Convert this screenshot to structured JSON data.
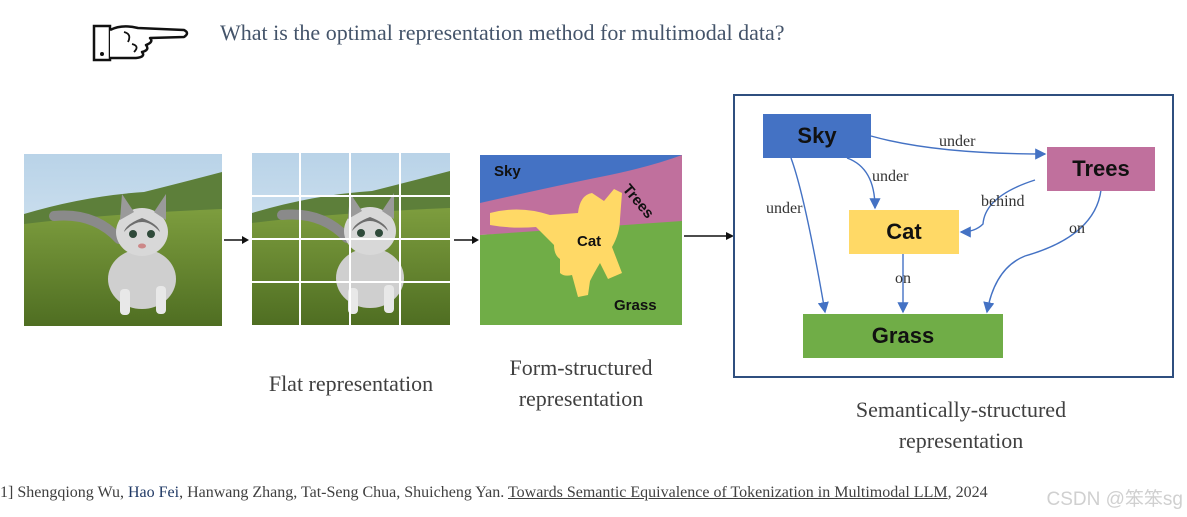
{
  "question": "What is the optimal representation method for multimodal data?",
  "icons": {
    "pointer": "pointing-hand-icon"
  },
  "captions": {
    "flat": "Flat representation",
    "form_line1": "Form-structured",
    "form_line2": "representation",
    "semantic_line1": "Semantically-structured",
    "semantic_line2": "representation"
  },
  "segmentation": {
    "sky": "Sky",
    "trees": "Trees",
    "cat": "Cat",
    "grass": "Grass",
    "colors": {
      "sky": "#4472c4",
      "trees": "#c0709d",
      "cat": "#ffd966",
      "grass": "#70ad47"
    }
  },
  "scene_graph": {
    "nodes": {
      "sky": "Sky",
      "trees": "Trees",
      "cat": "Cat",
      "grass": "Grass"
    },
    "edges": {
      "sky_trees": "under",
      "sky_cat": "under",
      "sky_grass": "under",
      "trees_cat": "behind",
      "trees_grass": "on",
      "cat_grass": "on"
    },
    "colors": {
      "sky": "#4472c4",
      "trees": "#c0709d",
      "cat": "#ffd966",
      "grass": "#70ad47",
      "edge": "#4472c4"
    }
  },
  "citation": {
    "prefix": "1] Shengqiong Wu, ",
    "highlight": "Hao Fei",
    "rest": ", Hanwang Zhang, Tat-Seng Chua, Shuicheng Yan. ",
    "paper": "Towards Semantic Equivalence of Tokenization in Multimodal LLM",
    "year": ", 2024"
  },
  "watermark": "CSDN @笨笨sg"
}
